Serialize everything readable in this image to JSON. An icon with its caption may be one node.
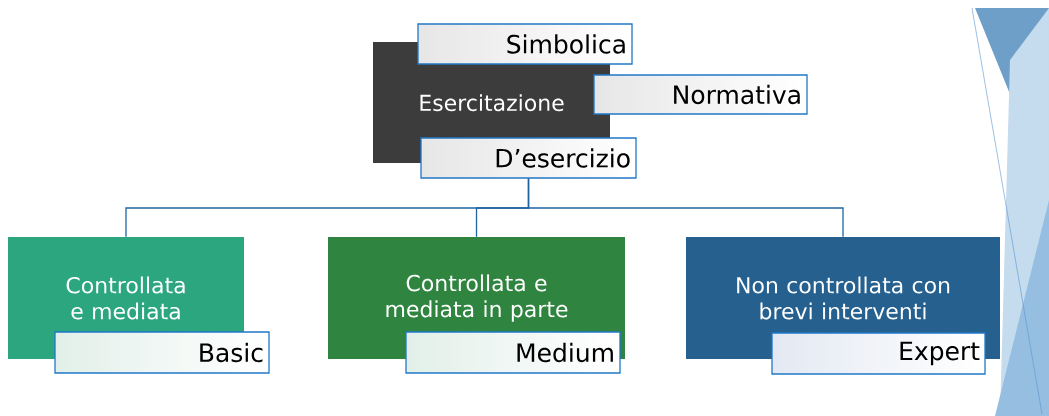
{
  "diagram": {
    "nodes": [
      {
        "text": [
          "Esercitazione"
        ]
      },
      {
        "text": [
          "Simbolica"
        ]
      },
      {
        "text": [
          "Normativa"
        ]
      },
      {
        "text": [
          "D’esercizio"
        ]
      },
      {
        "text": [
          "Controllata e mediata"
        ]
      },
      {
        "text": [
          "Basic"
        ]
      },
      {
        "text": [
          "Controllata e mediata in parte"
        ]
      },
      {
        "text": [
          "Medium"
        ]
      },
      {
        "text": [
          "Non controllata con brevi interventi"
        ]
      },
      {
        "text": [
          "Expert"
        ]
      }
    ],
    "edges": [
      {
        "from": 3,
        "to": 4,
        "arrow": "none"
      },
      {
        "from": 3,
        "to": 6,
        "arrow": "none"
      },
      {
        "from": 3,
        "to": 8,
        "arrow": "none"
      }
    ]
  }
}
